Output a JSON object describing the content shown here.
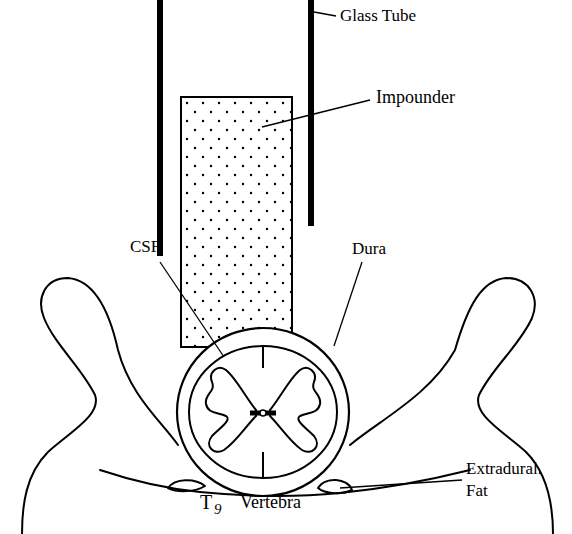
{
  "diagram": {
    "labels": [
      "Glass Tube",
      "Impounder",
      "CSF",
      "Dura",
      "Extradural. Fat",
      "T",
      "9",
      "Vertebra"
    ]
  }
}
